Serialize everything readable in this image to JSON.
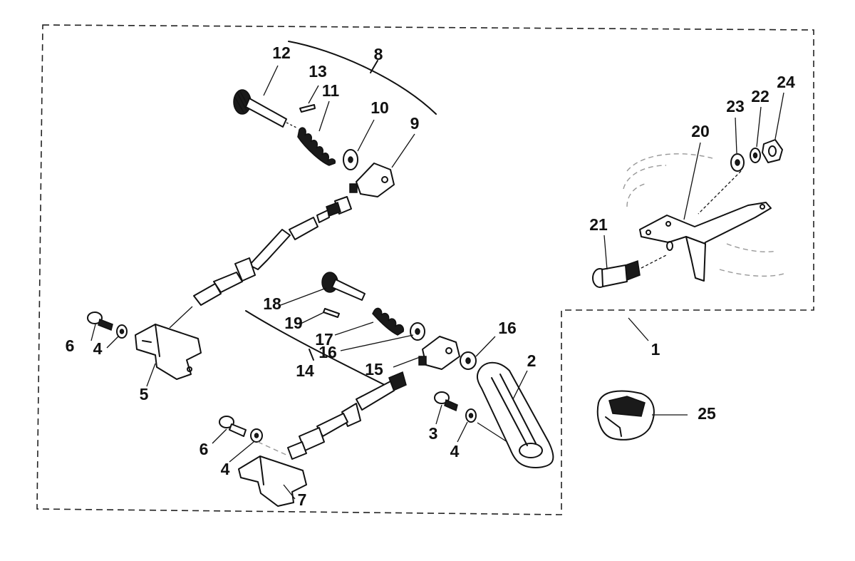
{
  "diagram": {
    "labels": {
      "l1": "1",
      "l2": "2",
      "l3": "3",
      "l4a": "4",
      "l4b": "4",
      "l4c": "4",
      "l5": "5",
      "l6a": "6",
      "l6b": "6",
      "l7": "7",
      "l8": "8",
      "l9": "9",
      "l10": "10",
      "l11": "11",
      "l12": "12",
      "l13": "13",
      "l14": "14",
      "l15": "15",
      "l16a": "16",
      "l16b": "16",
      "l17": "17",
      "l18": "18",
      "l19": "19",
      "l20": "20",
      "l21": "21",
      "l22": "22",
      "l23": "23",
      "l24": "24",
      "l25": "25"
    },
    "colors": {
      "ink": "#111111",
      "background": "#ffffff"
    }
  }
}
